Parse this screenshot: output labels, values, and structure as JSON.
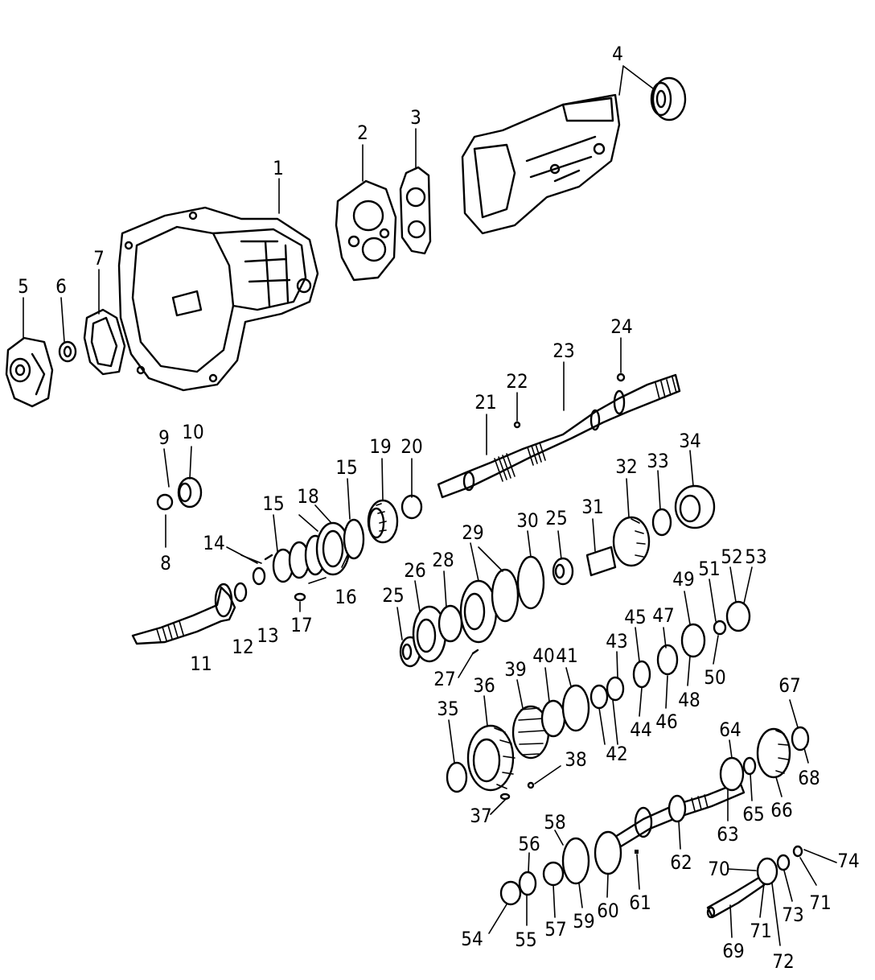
{
  "callouts": [
    {
      "id": "c1",
      "text": "1"
    },
    {
      "id": "c2",
      "text": "2"
    },
    {
      "id": "c3",
      "text": "3"
    },
    {
      "id": "c4",
      "text": "4"
    },
    {
      "id": "c5",
      "text": "5"
    },
    {
      "id": "c6",
      "text": "6"
    },
    {
      "id": "c7",
      "text": "7"
    },
    {
      "id": "c8",
      "text": "8"
    },
    {
      "id": "c9",
      "text": "9"
    },
    {
      "id": "c10",
      "text": "10"
    },
    {
      "id": "c11",
      "text": "11"
    },
    {
      "id": "c12",
      "text": "12"
    },
    {
      "id": "c13",
      "text": "13"
    },
    {
      "id": "c14",
      "text": "14"
    },
    {
      "id": "c15a",
      "text": "15"
    },
    {
      "id": "c15b",
      "text": "15"
    },
    {
      "id": "c16",
      "text": "16"
    },
    {
      "id": "c17",
      "text": "17"
    },
    {
      "id": "c18",
      "text": "18"
    },
    {
      "id": "c19",
      "text": "19"
    },
    {
      "id": "c20",
      "text": "20"
    },
    {
      "id": "c21",
      "text": "21"
    },
    {
      "id": "c22",
      "text": "22"
    },
    {
      "id": "c23",
      "text": "23"
    },
    {
      "id": "c24",
      "text": "24"
    },
    {
      "id": "c25a",
      "text": "25"
    },
    {
      "id": "c25b",
      "text": "25"
    },
    {
      "id": "c26",
      "text": "26"
    },
    {
      "id": "c27",
      "text": "27"
    },
    {
      "id": "c28",
      "text": "28"
    },
    {
      "id": "c29",
      "text": "29"
    },
    {
      "id": "c30",
      "text": "30"
    },
    {
      "id": "c31",
      "text": "31"
    },
    {
      "id": "c32",
      "text": "32"
    },
    {
      "id": "c33",
      "text": "33"
    },
    {
      "id": "c34",
      "text": "34"
    },
    {
      "id": "c35",
      "text": "35"
    },
    {
      "id": "c36",
      "text": "36"
    },
    {
      "id": "c37",
      "text": "37"
    },
    {
      "id": "c38",
      "text": "38"
    },
    {
      "id": "c39",
      "text": "39"
    },
    {
      "id": "c40",
      "text": "40"
    },
    {
      "id": "c41",
      "text": "41"
    },
    {
      "id": "c42",
      "text": "42"
    },
    {
      "id": "c43",
      "text": "43"
    },
    {
      "id": "c44",
      "text": "44"
    },
    {
      "id": "c45",
      "text": "45"
    },
    {
      "id": "c46",
      "text": "46"
    },
    {
      "id": "c47",
      "text": "47"
    },
    {
      "id": "c48",
      "text": "48"
    },
    {
      "id": "c49",
      "text": "49"
    },
    {
      "id": "c50",
      "text": "50"
    },
    {
      "id": "c51",
      "text": "51"
    },
    {
      "id": "c52",
      "text": "52"
    },
    {
      "id": "c53",
      "text": "53"
    },
    {
      "id": "c54",
      "text": "54"
    },
    {
      "id": "c55",
      "text": "55"
    },
    {
      "id": "c56",
      "text": "56"
    },
    {
      "id": "c57",
      "text": "57"
    },
    {
      "id": "c58",
      "text": "58"
    },
    {
      "id": "c59",
      "text": "59"
    },
    {
      "id": "c60",
      "text": "60"
    },
    {
      "id": "c61",
      "text": "61"
    },
    {
      "id": "c62",
      "text": "62"
    },
    {
      "id": "c63",
      "text": "63"
    },
    {
      "id": "c64",
      "text": "64"
    },
    {
      "id": "c65",
      "text": "65"
    },
    {
      "id": "c66",
      "text": "66"
    },
    {
      "id": "c67",
      "text": "67"
    },
    {
      "id": "c68",
      "text": "68"
    },
    {
      "id": "c69",
      "text": "69"
    },
    {
      "id": "c70",
      "text": "70"
    },
    {
      "id": "c71a",
      "text": "71"
    },
    {
      "id": "c71b",
      "text": "71"
    },
    {
      "id": "c72",
      "text": "72"
    },
    {
      "id": "c73",
      "text": "73"
    },
    {
      "id": "c74",
      "text": "74"
    }
  ]
}
